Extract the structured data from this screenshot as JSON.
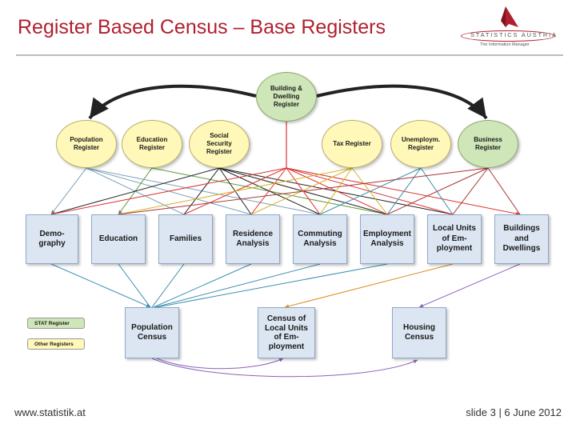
{
  "title": "Register Based Census – Base Registers",
  "logo": {
    "wordmark": "STATISTICS AUSTRIA",
    "tagline": "The Information Manager"
  },
  "registers": {
    "building": "Building & Dwelling Register",
    "population": "Population Register",
    "education": "Education Register",
    "social": "Social Security Register",
    "tax": "Tax Register",
    "unemployment": "Unemploym. Register",
    "business": "Business Register"
  },
  "topics": {
    "demography": "Demo-graphy",
    "education": "Education",
    "families": "Families",
    "residence": "Residence Analysis",
    "commuting": "Commuting Analysis",
    "employment": "Employment Analysis",
    "local_units": "Local Units of Em-ployment",
    "buildings": "Buildings and Dwellings"
  },
  "outputs": {
    "population_census": "Population Census",
    "local_units_census": "Census of Local Units of Em-ployment",
    "housing_census": "Housing Census"
  },
  "legend": {
    "stat": "STAT Register",
    "other": "Other Registers"
  },
  "footer": {
    "website": "www.statistik.at",
    "slide": "slide 3 | 6 June 2012"
  },
  "colors": {
    "title": "#b01f2e",
    "stat_register": "#cfe6b8",
    "other_register": "#fff8b8",
    "topic_box": "#dce6f2"
  }
}
